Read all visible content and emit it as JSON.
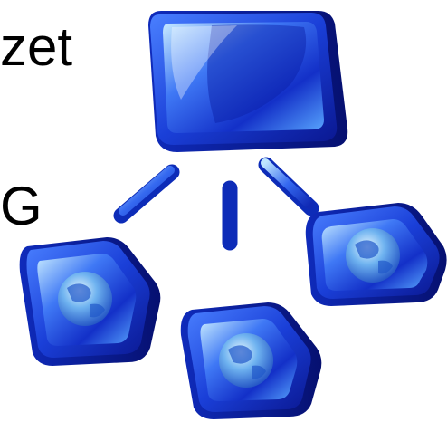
{
  "slide": {
    "text_fragments": [
      "zet",
      "G"
    ]
  },
  "graphic": {
    "description_role": "network-topology-clipart",
    "nodes": [
      "server-node",
      "globe-node-left",
      "globe-node-center",
      "globe-node-right"
    ],
    "colors": {
      "node_dark": "#0d1fa8",
      "node_mid": "#2d5bef",
      "node_light": "#9fd4ff",
      "highlight": "#e8f6ff",
      "globe": "#3f8fe0",
      "connector": "#3a6df0"
    }
  }
}
